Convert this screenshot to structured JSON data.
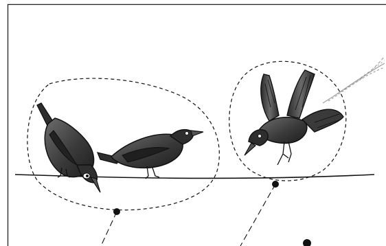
{
  "scene": {
    "frame": "border",
    "wire": "wire",
    "groups": [
      {
        "name": "group-left",
        "members": [
          "bird-pecking",
          "bird-stretching"
        ],
        "outline": "dashed"
      },
      {
        "name": "group-right",
        "members": [
          "bird-landing"
        ],
        "outline": "dashed"
      }
    ],
    "callout_lines": "dashed",
    "callout_markers": "filled-dot"
  },
  "colors": {
    "background": "#ffffff",
    "ink": "#111111",
    "bird_dark": "#2e2e2e",
    "bird_mid": "#555555",
    "bird_light": "#8a8a8a",
    "motion_trail": "#9a9a9a"
  }
}
